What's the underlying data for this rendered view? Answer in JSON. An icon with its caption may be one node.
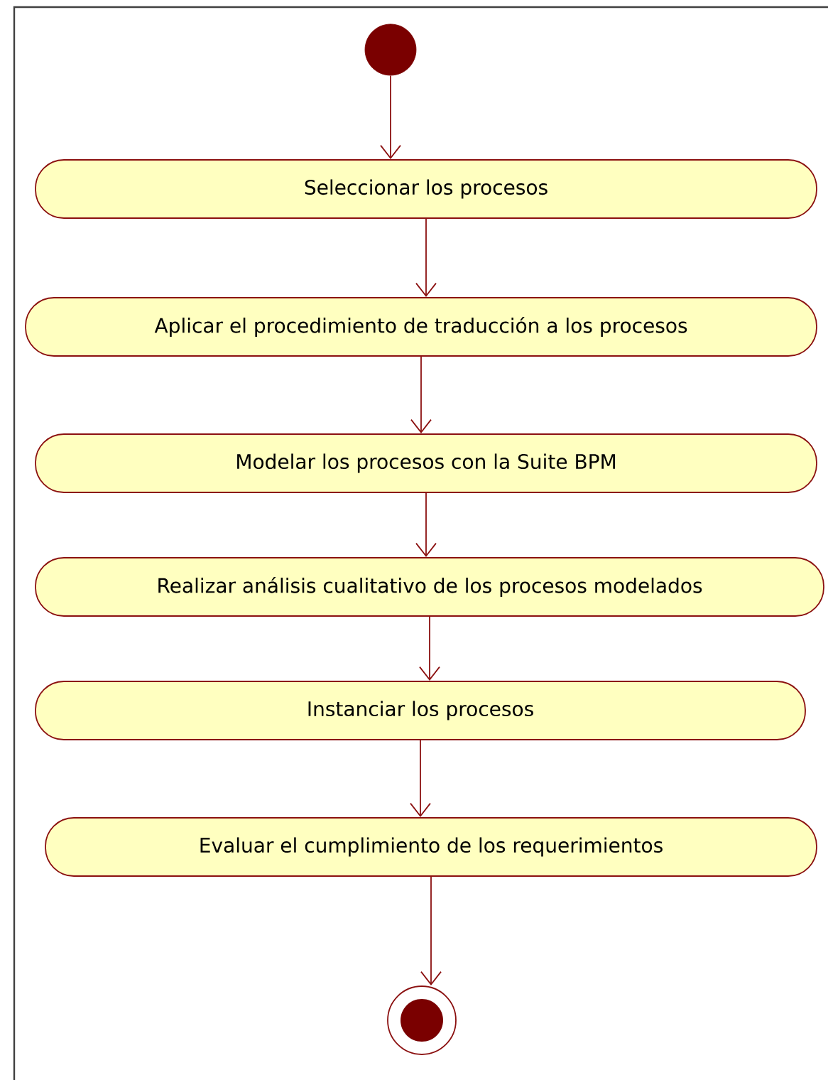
{
  "diagram": {
    "nodes": [
      {
        "text": [],
        "shape": "circle"
      },
      {
        "text": [
          "Seleccionar los procesos"
        ]
      },
      {
        "text": [
          "Aplicar el procedimiento de traducción a los procesos"
        ]
      },
      {
        "text": [
          "Modelar los procesos con la Suite BPM"
        ]
      },
      {
        "text": [
          "Realizar análisis cualitativo de los procesos modelados"
        ]
      },
      {
        "text": [
          "Instanciar los procesos"
        ]
      },
      {
        "text": [
          "Evaluar el cumplimiento de los requerimientos"
        ]
      },
      {
        "text": [],
        "shape": "bullseye"
      }
    ],
    "edges": [
      {
        "from": 0,
        "to": 1,
        "arrow": "to"
      },
      {
        "from": 1,
        "to": 2,
        "arrow": "to"
      },
      {
        "from": 2,
        "to": 3,
        "arrow": "to"
      },
      {
        "from": 3,
        "to": 4,
        "arrow": "to"
      },
      {
        "from": 4,
        "to": 5,
        "arrow": "to"
      },
      {
        "from": 5,
        "to": 6,
        "arrow": "to"
      },
      {
        "from": 6,
        "to": 7,
        "arrow": "to"
      }
    ]
  }
}
